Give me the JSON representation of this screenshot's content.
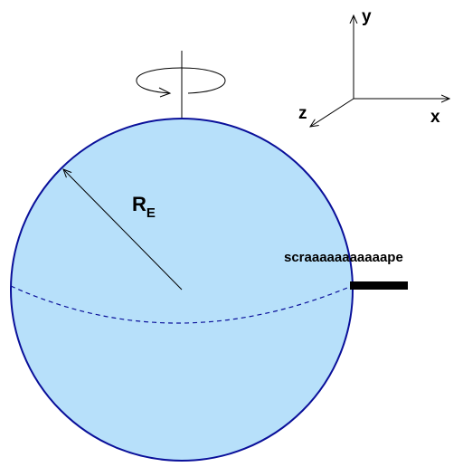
{
  "axes": {
    "x_label": "x",
    "y_label": "y",
    "z_label": "z"
  },
  "radius": {
    "symbol": "R",
    "subscript": "E"
  },
  "scraper": {
    "label": "scraaaaaaaaaaape"
  },
  "colors": {
    "sphere_fill": "#b7e0fa",
    "sphere_stroke": "#0a109a",
    "line": "#000000"
  }
}
